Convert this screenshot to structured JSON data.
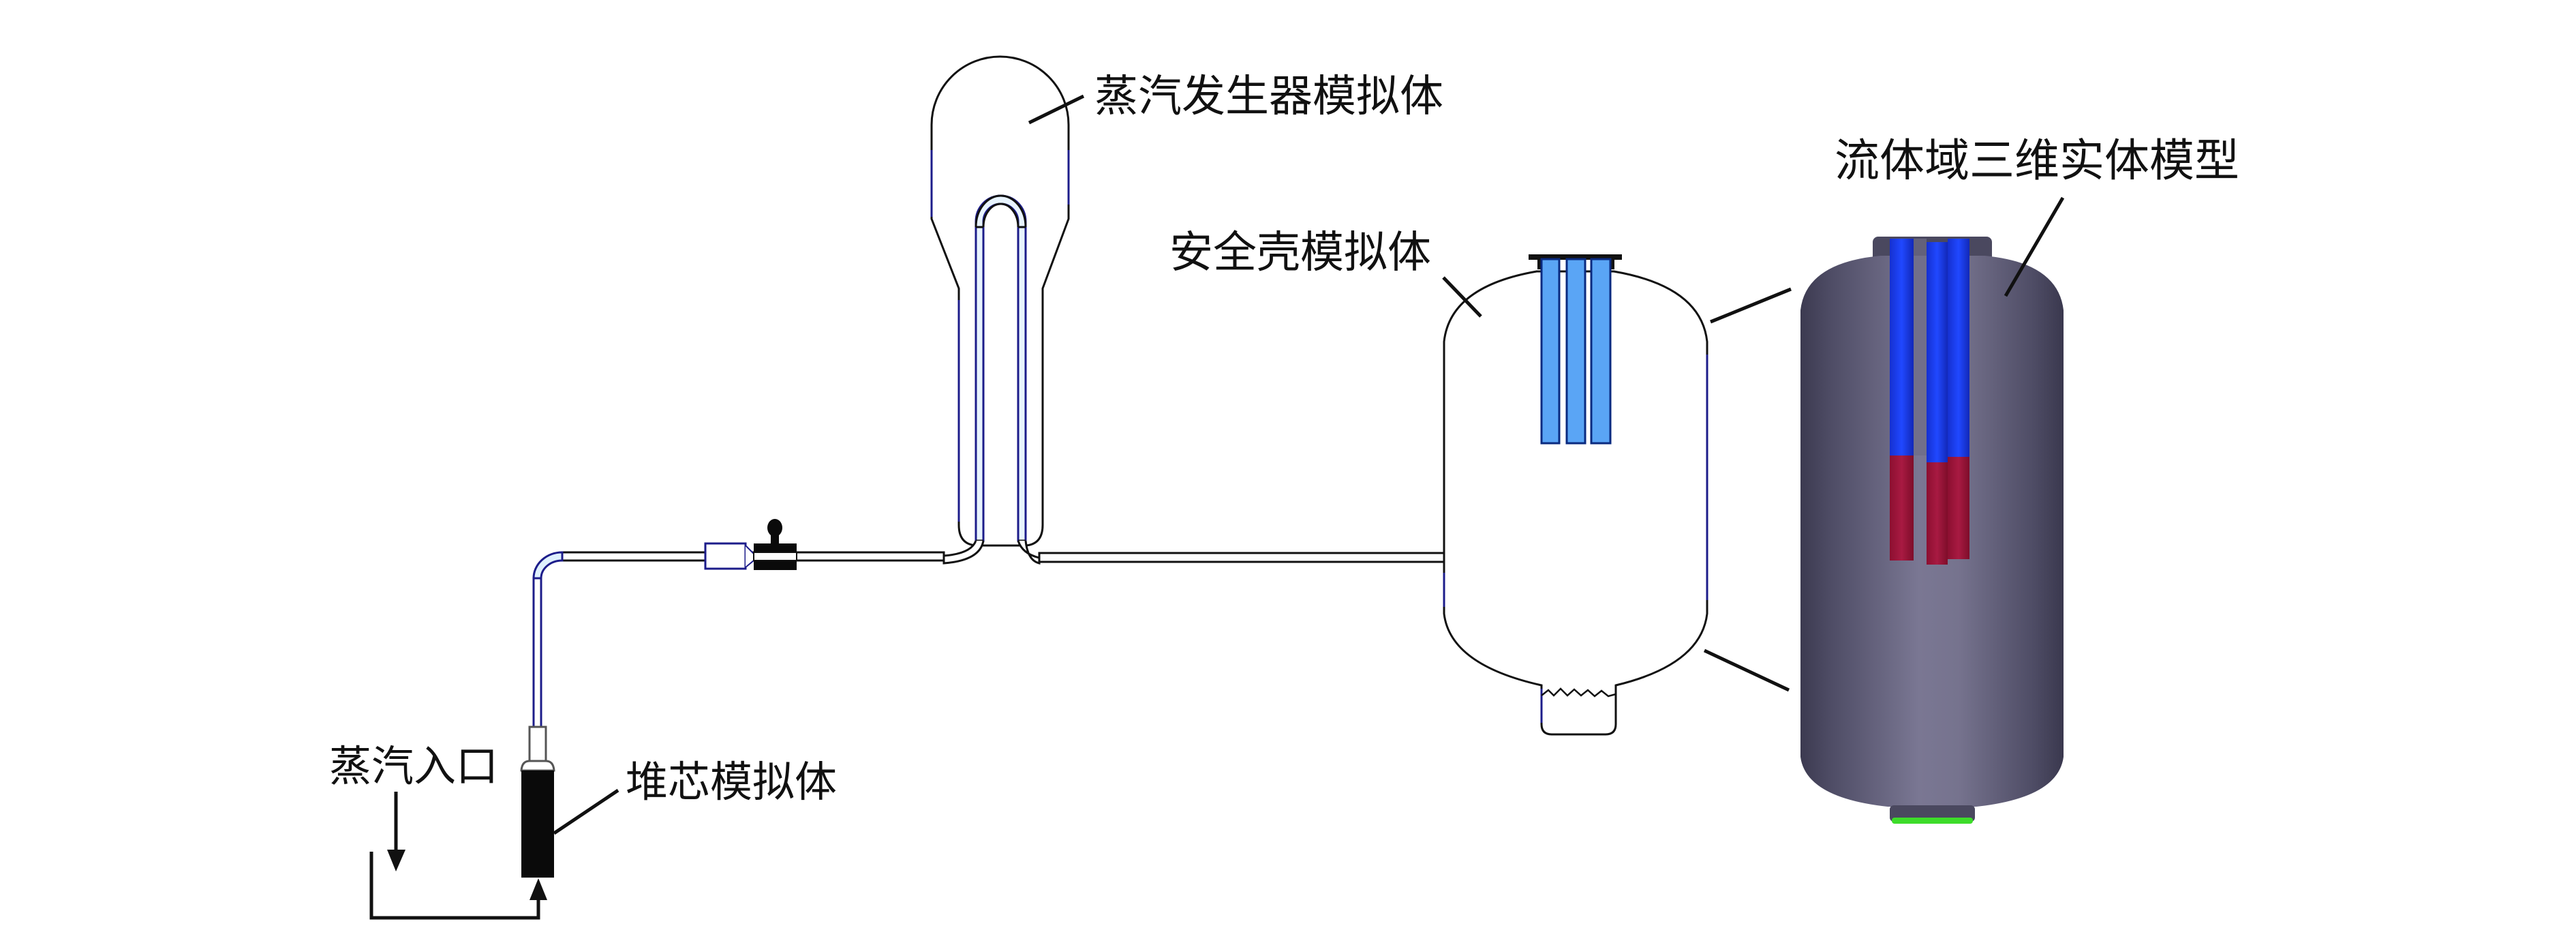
{
  "figure": {
    "labels": {
      "steam_generator": "蒸汽发生器模拟体",
      "containment": "安全壳模拟体",
      "fluid_domain_model": "流体域三维实体模型",
      "steam_inlet": "蒸汽入口",
      "core": "堆芯模拟体"
    },
    "colors": {
      "line": "#111111",
      "pipe_blue": "#1c1c8a",
      "rod_light_blue": "#5aa5f5",
      "rod_blue": "#1a3cff",
      "rod_red": "#a0153a",
      "vessel_dark": "#45435a",
      "vessel_mid": "#6a6882",
      "vessel_light": "#7a7793",
      "outlet_green": "#3ddc2a",
      "core_black": "#0a0a0a"
    },
    "components": [
      "steam-generator-simulator",
      "containment-simulator",
      "fluid-domain-3d-model",
      "core-simulator",
      "valve",
      "connecting-pipes",
      "steam-inlet-arrow"
    ]
  }
}
